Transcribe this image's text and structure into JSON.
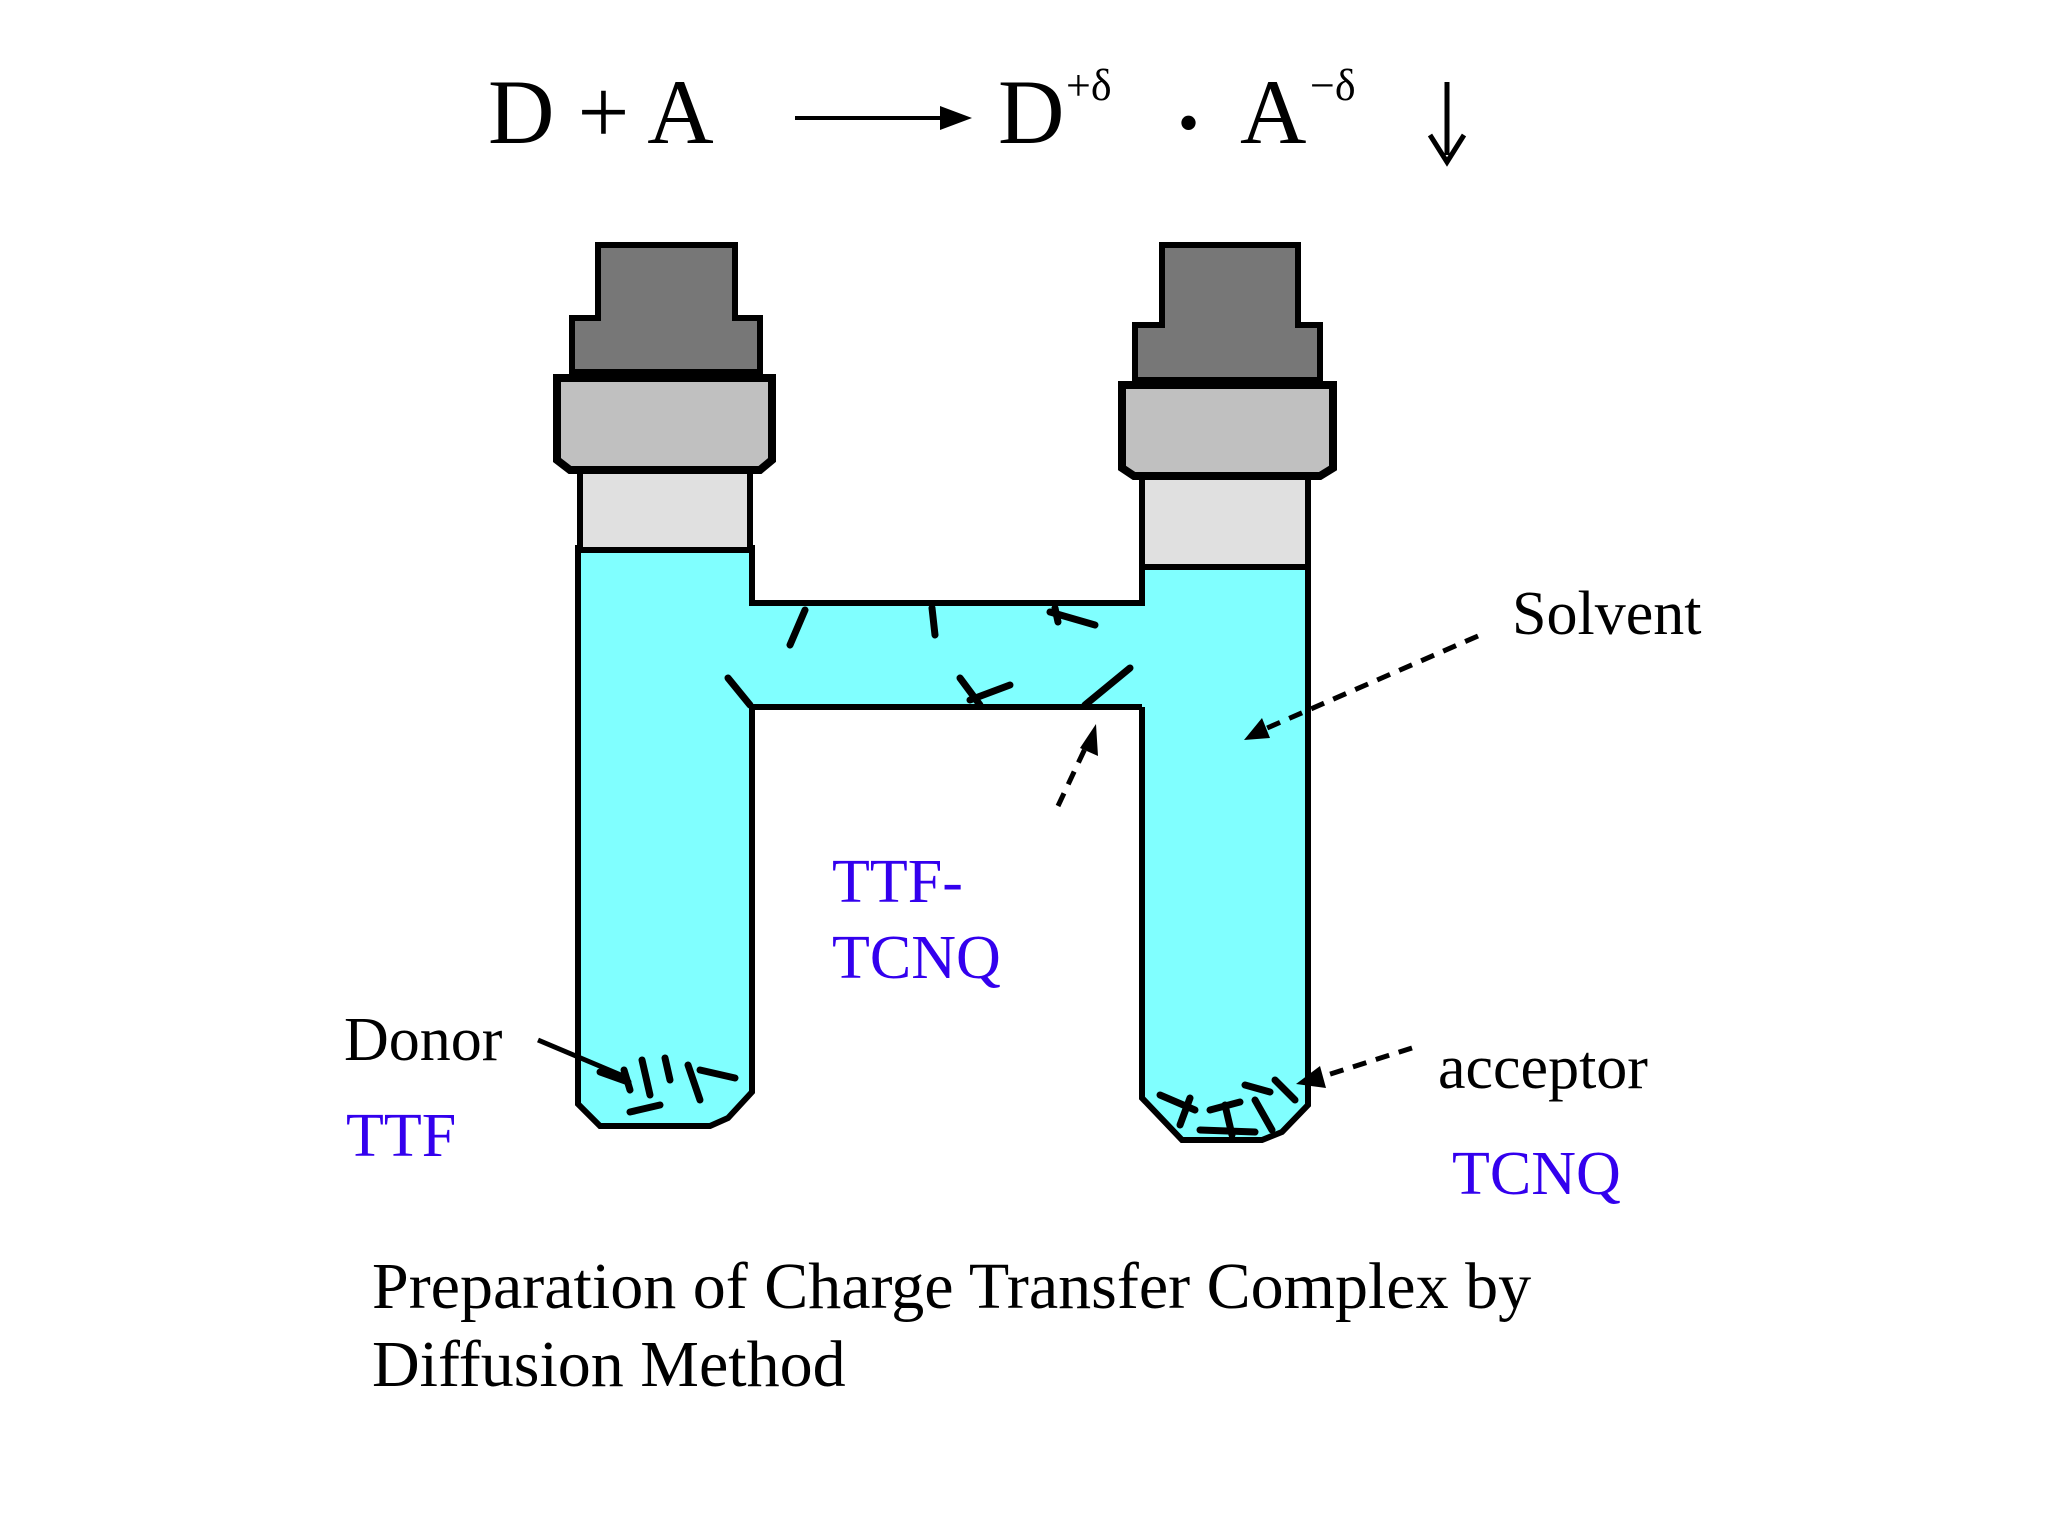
{
  "equation": {
    "lhs": "D + A",
    "product_donor": "D",
    "donor_charge": "+δ",
    "dot": "•",
    "product_acceptor": "A",
    "acceptor_charge": "−δ",
    "precipitate_arrow": "↓"
  },
  "labels": {
    "solvent": "Solvent",
    "donor": "Donor",
    "donor_compound": "TTF",
    "acceptor": "acceptor",
    "acceptor_compound": "TCNQ",
    "complex_line1": "TTF-",
    "complex_line2": "TCNQ"
  },
  "caption": {
    "line1": "Preparation of Charge Transfer Complex by",
    "line2": "Diffusion Method"
  },
  "colors": {
    "solvent_fill": "#80ffff",
    "cap_dark": "#777777",
    "cap_mid": "#c0c0c0",
    "cap_light": "#e0e0e0",
    "label_blue": "#3300ee"
  }
}
